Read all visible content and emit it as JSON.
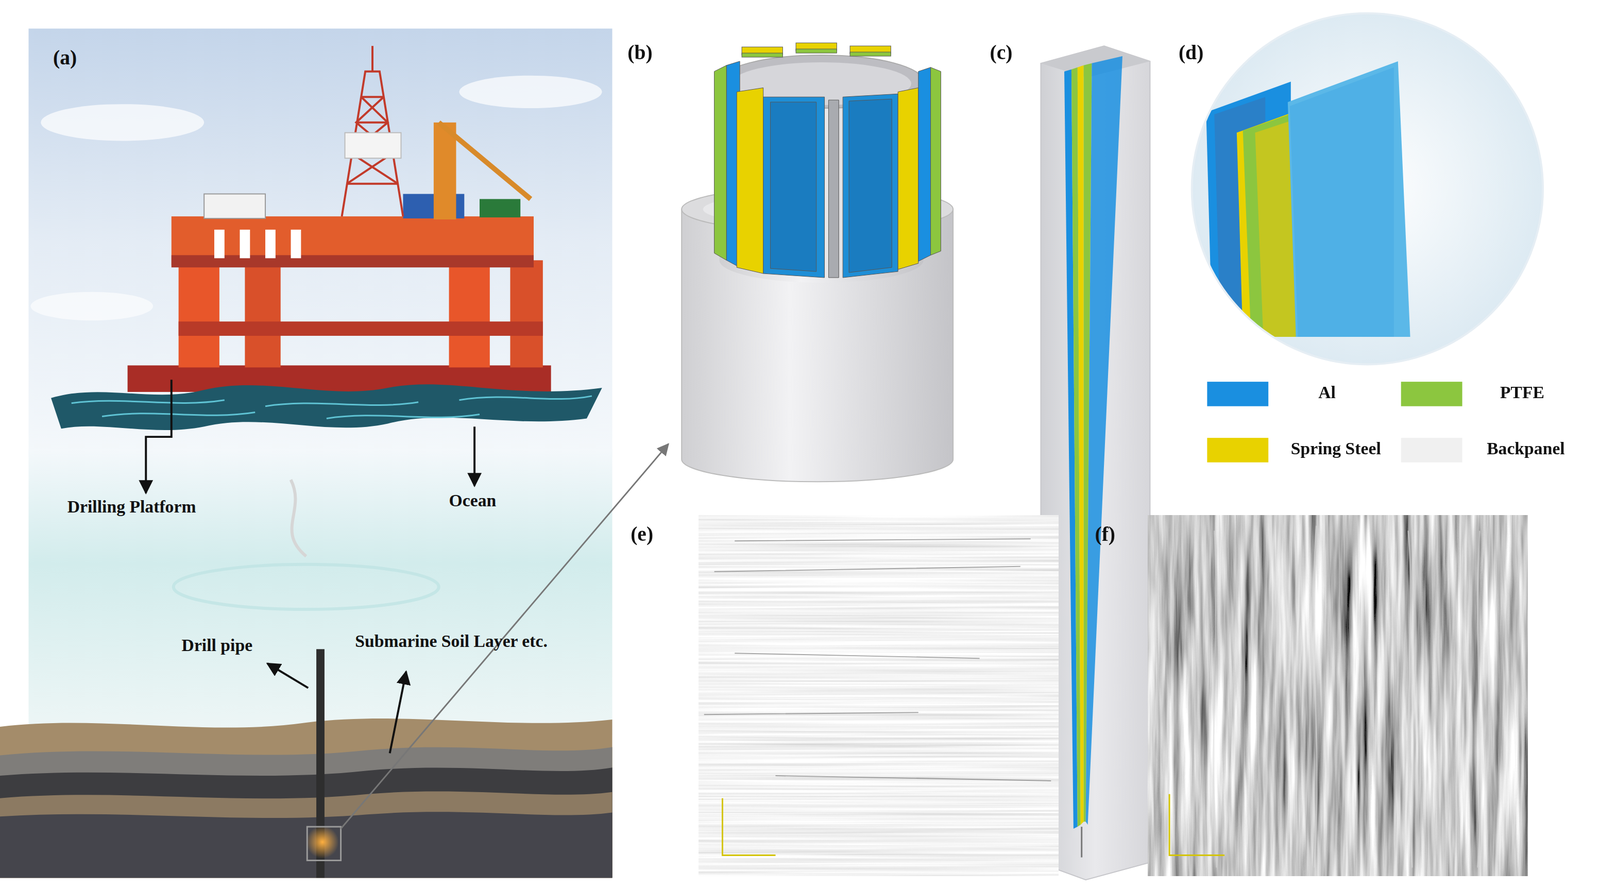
{
  "diagram": {
    "labels": [
      "(a)",
      "Drilling Platform",
      "Ocean",
      "Drill pipe",
      "Submarine Soil Layer etc.",
      "(b)",
      "(c)",
      "(d)",
      "(e)",
      "(f)"
    ],
    "legend": [
      {
        "text": "Al",
        "color": "#1a8fe0"
      },
      {
        "text": "PTFE",
        "color": "#8cc63f"
      },
      {
        "text": "Spring Steel",
        "color": "#e8d200"
      },
      {
        "text": "Backpanel",
        "color": "#f0f0f0"
      }
    ]
  }
}
